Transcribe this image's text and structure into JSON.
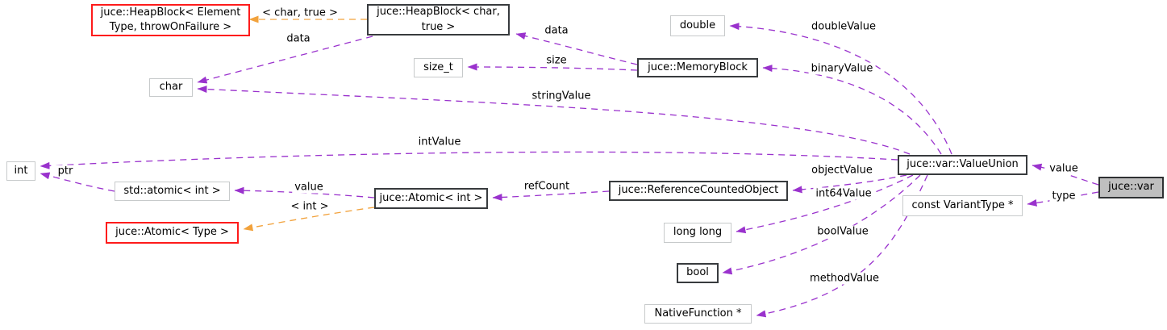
{
  "colors": {
    "member_edge": "#9a32cd",
    "template_edge": "#f2a23c",
    "linked_node_border": "#383b3e",
    "unlinked_node_border": "#c7cacb",
    "template_node_border": "#fe1b1b",
    "current_node_fill": "#bfbfbf"
  },
  "nodes": {
    "heapblock_template": {
      "label": "juce::HeapBlock< Element\nType, throwOnFailure >"
    },
    "heapblock_char": {
      "label": "juce::HeapBlock< char,\ntrue >"
    },
    "char": {
      "label": "char"
    },
    "size_t": {
      "label": "size_t"
    },
    "memory_block": {
      "label": "juce::MemoryBlock"
    },
    "double": {
      "label": "double"
    },
    "int": {
      "label": "int"
    },
    "std_atomic_int": {
      "label": "std::atomic< int >"
    },
    "juce_atomic_int": {
      "label": "juce::Atomic< int >"
    },
    "juce_atomic_type": {
      "label": "juce::Atomic< Type >"
    },
    "reference_counted_object": {
      "label": "juce::ReferenceCountedObject"
    },
    "long_long": {
      "label": "long long"
    },
    "bool": {
      "label": "bool"
    },
    "native_function": {
      "label": "NativeFunction *"
    },
    "value_union": {
      "label": "juce::var::ValueUnion"
    },
    "variant_type": {
      "label": "const VariantType *"
    },
    "var": {
      "label": "juce::var"
    }
  },
  "edge_labels": {
    "template_char_true": "< char, true >",
    "data_heapblock": "data",
    "data_memoryblock": "data",
    "size": "size",
    "string_value": "stringValue",
    "double_value": "doubleValue",
    "binary_value": "binaryValue",
    "int_value": "intValue",
    "ptr": "ptr",
    "value_atomic": "value",
    "template_int": "< int >",
    "ref_count": "refCount",
    "object_value": "objectValue",
    "int64_value": "int64Value",
    "bool_value": "boolValue",
    "method_value": "methodValue",
    "value_var": "value",
    "type_var": "type"
  }
}
